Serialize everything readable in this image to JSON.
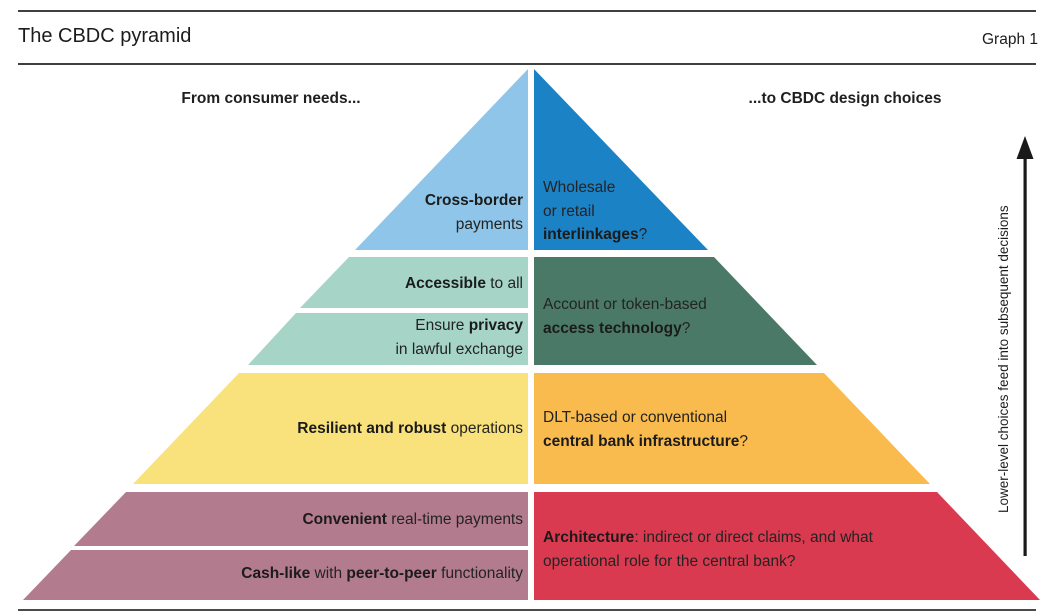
{
  "page": {
    "title": "The CBDC pyramid",
    "graph_label": "Graph 1"
  },
  "headers": {
    "left": "From consumer needs...",
    "right": "...to CBDC design choices"
  },
  "arrow": {
    "label": "Lower-level choices feed into subsequent decisions",
    "direction": "up",
    "color": "#1a1a1a"
  },
  "colors": {
    "rule": "#3f3f3f",
    "text": "#232323",
    "divider_white": "#ffffff"
  },
  "pyramid": {
    "tier1": {
      "left": {
        "color": "#8ec5e9",
        "lines": [
          [
            {
              "t": "Cross-border",
              "b": true
            }
          ],
          [
            {
              "t": "payments"
            }
          ]
        ]
      },
      "right": {
        "color": "#1b82c5",
        "lines": [
          [
            {
              "t": "Wholesale"
            }
          ],
          [
            {
              "t": "or retail"
            }
          ],
          [
            {
              "t": "interlinkages",
              "b": true
            },
            {
              "t": "?"
            }
          ]
        ]
      }
    },
    "tier2": {
      "left_top": {
        "color": "#a6d4c6",
        "lines": [
          [
            {
              "t": "Accessible",
              "b": true
            },
            {
              "t": " to all"
            }
          ]
        ]
      },
      "left_bottom": {
        "color": "#a6d4c6",
        "lines": [
          [
            {
              "t": "Ensure "
            },
            {
              "t": "privacy",
              "b": true
            }
          ],
          [
            {
              "t": "in lawful exchange"
            }
          ]
        ]
      },
      "right": {
        "color": "#4a7a67",
        "lines": [
          [
            {
              "t": "Account or token-based"
            }
          ],
          [
            {
              "t": "access technology",
              "b": true
            },
            {
              "t": "?"
            }
          ]
        ]
      }
    },
    "tier3": {
      "left": {
        "color": "#f9e27b",
        "lines": [
          [
            {
              "t": "Resilient and robust",
              "b": true
            },
            {
              "t": " operations"
            }
          ]
        ]
      },
      "right": {
        "color": "#f9bb4d",
        "lines": [
          [
            {
              "t": "DLT-based or conventional"
            }
          ],
          [
            {
              "t": "central bank infrastructure",
              "b": true
            },
            {
              "t": "?"
            }
          ]
        ]
      }
    },
    "tier4": {
      "left_top": {
        "color": "#b37b8e",
        "lines": [
          [
            {
              "t": "Convenient",
              "b": true
            },
            {
              "t": " real-time payments"
            }
          ]
        ]
      },
      "left_bottom": {
        "color": "#b37b8e",
        "lines": [
          [
            {
              "t": "Cash-like",
              "b": true
            },
            {
              "t": " with "
            },
            {
              "t": "peer-to-peer",
              "b": true
            },
            {
              "t": " functionality"
            }
          ]
        ]
      },
      "right": {
        "color": "#da3a50",
        "lines": [
          [
            {
              "t": "Architecture",
              "b": true
            },
            {
              "t": ": indirect or direct claims, and what"
            }
          ],
          [
            {
              "t": "operational role for the central bank?"
            }
          ]
        ]
      }
    }
  }
}
